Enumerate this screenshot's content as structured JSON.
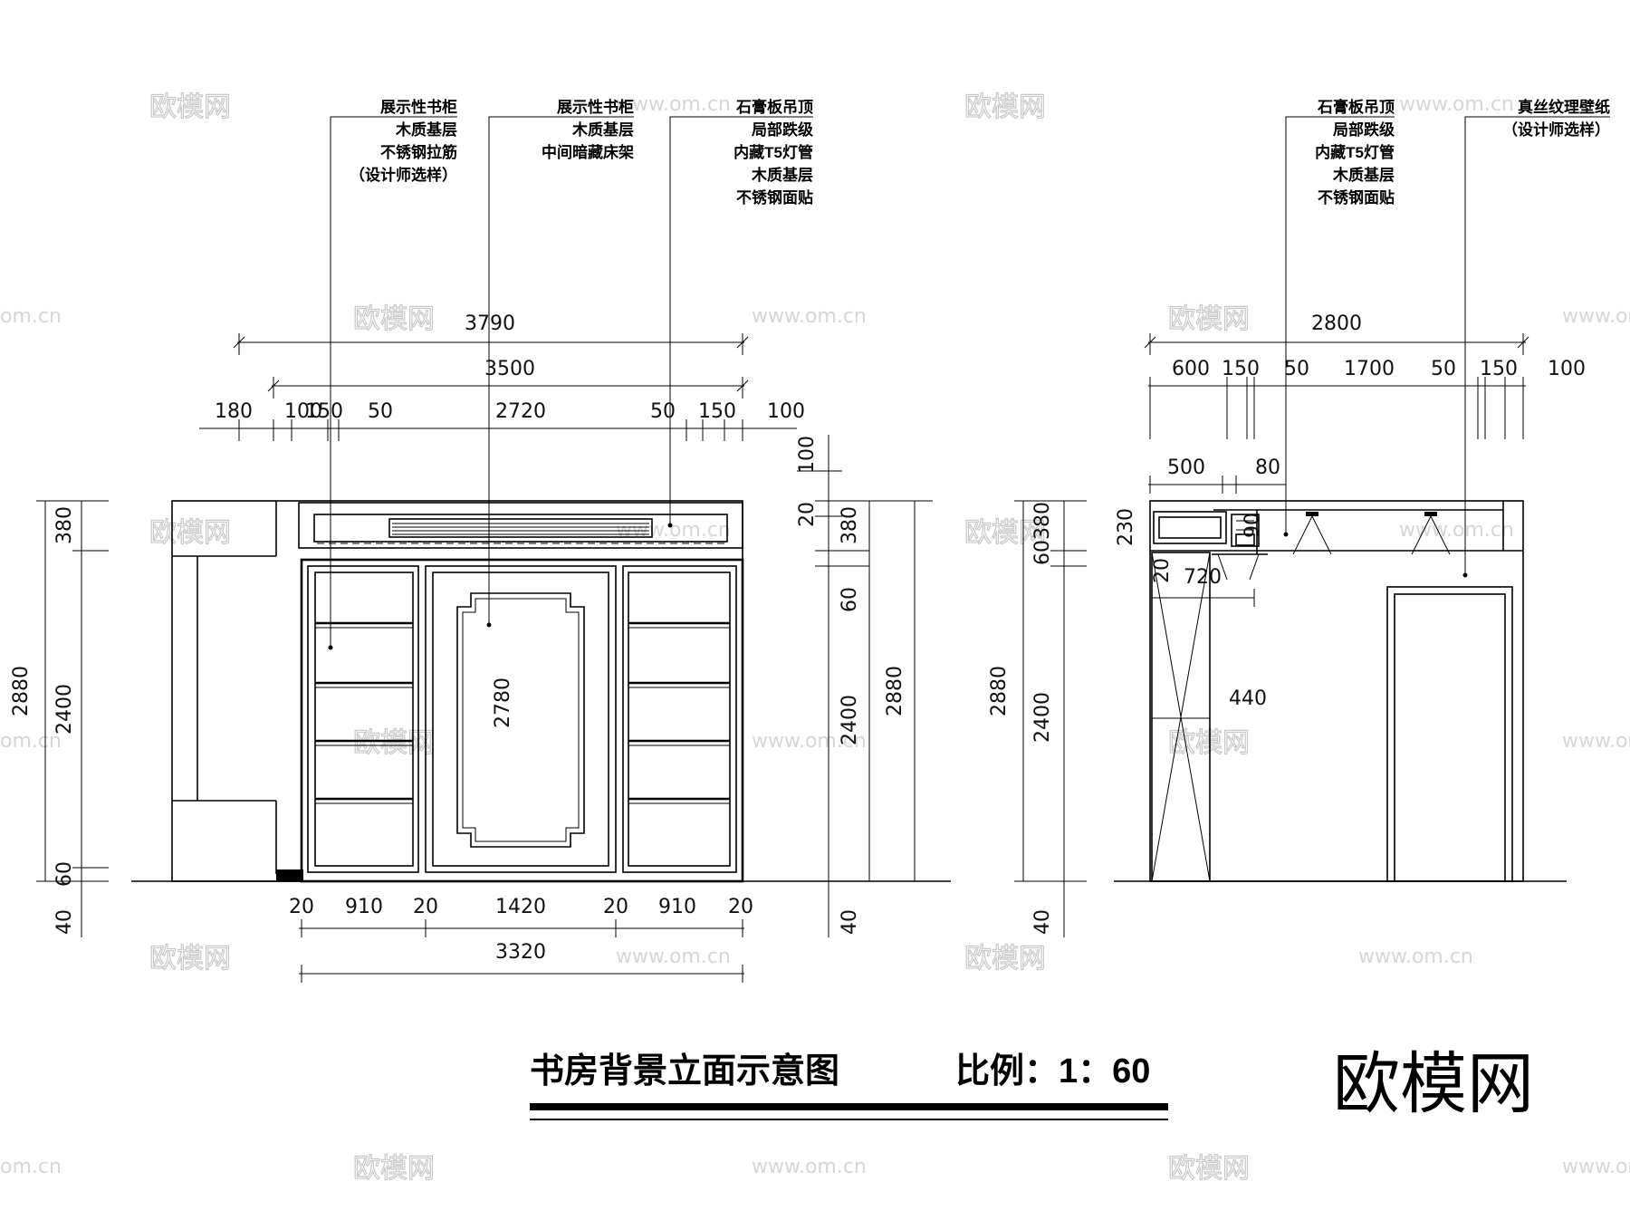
{
  "title": {
    "name": "书房背景立面示意图",
    "scale": "比例：1：60"
  },
  "logo": "欧模网",
  "watermarks": {
    "brand": "欧模网",
    "url": "www.om.cn",
    "url_short": "om.cn"
  },
  "left_elevation": {
    "notes": [
      [
        "展示性书柜",
        "木质基层",
        "不锈钢拉筋",
        "（设计师选样）"
      ],
      [
        "展示性书柜",
        "木质基层",
        "中间暗藏床架"
      ],
      [
        "石膏板吊顶",
        "局部跌级",
        "内藏T5灯管",
        "木质基层",
        "不锈钢面贴"
      ]
    ],
    "dims_top": {
      "overall": "3790",
      "inner": "3500",
      "chain": [
        "180",
        "100",
        "150",
        "50",
        "2720",
        "50",
        "150",
        "100"
      ]
    },
    "dims_bottom": {
      "chain": [
        "20",
        "910",
        "20",
        "1420",
        "20",
        "910",
        "20"
      ],
      "overall": "3320"
    },
    "dims_left": {
      "total": "2880",
      "parts": [
        "380",
        "2400",
        "60",
        "40"
      ]
    },
    "dims_right": {
      "total": "2880",
      "parts": [
        "100",
        "20",
        "380",
        "60",
        "2400",
        "40"
      ]
    },
    "center_height": "2780"
  },
  "right_elevation": {
    "notes": [
      [
        "石膏板吊顶",
        "局部跌级",
        "内藏T5灯管",
        "木质基层",
        "不锈钢面贴"
      ],
      [
        "真丝纹理壁纸",
        "（设计师选样）"
      ]
    ],
    "dims_top": {
      "overall": "2800",
      "chain": [
        "600",
        "150",
        "50",
        "1700",
        "50",
        "150",
        "100"
      ],
      "secondary": [
        "500",
        "80"
      ]
    },
    "dims_left": {
      "total": "2880",
      "parts": [
        "60",
        "380",
        "2400",
        "40"
      ]
    },
    "interior": [
      "230",
      "90",
      "20",
      "720",
      "440"
    ]
  }
}
